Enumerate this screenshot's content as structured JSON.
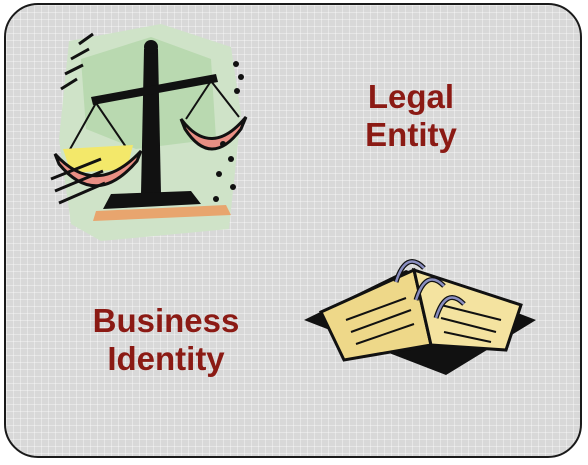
{
  "labels": {
    "legal": [
      "Legal",
      "Entity"
    ],
    "business": [
      "Business",
      "Identity"
    ]
  },
  "icons": {
    "scales": "scales-of-justice-clipart",
    "book": "open-book-clipart"
  },
  "colors": {
    "text": "#8b1a14",
    "panel": "#d8d8d8",
    "border": "#1a1a1a"
  }
}
